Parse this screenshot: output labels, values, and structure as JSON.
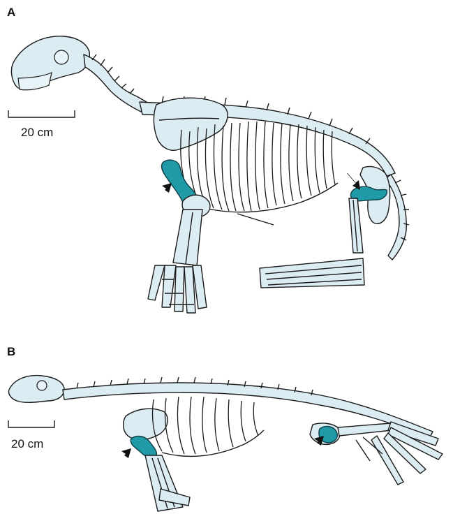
{
  "panels": [
    {
      "label": "A",
      "scale_text": "20 cm"
    },
    {
      "label": "B",
      "scale_text": "20 cm"
    }
  ],
  "colors": {
    "highlight": "#1f9aa6",
    "bone": "#dcecf3",
    "outline": "#1a1a1a"
  },
  "icons": {
    "pointer": "arrow-icon"
  }
}
